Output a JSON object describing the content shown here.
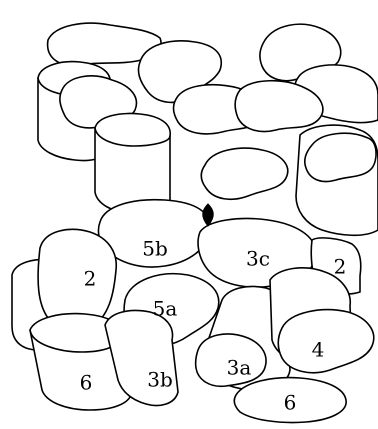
{
  "diagram": {
    "labels": {
      "mid_left_2": "2",
      "top_5b": "5b",
      "top_3c": "3c",
      "right_2": "2",
      "mid_5a": "5a",
      "right_4": "4",
      "low_3a": "3a",
      "low_3b": "3b",
      "left_6": "6",
      "right_6": "6"
    },
    "axis_marker": "two-fold-axis-icon"
  }
}
